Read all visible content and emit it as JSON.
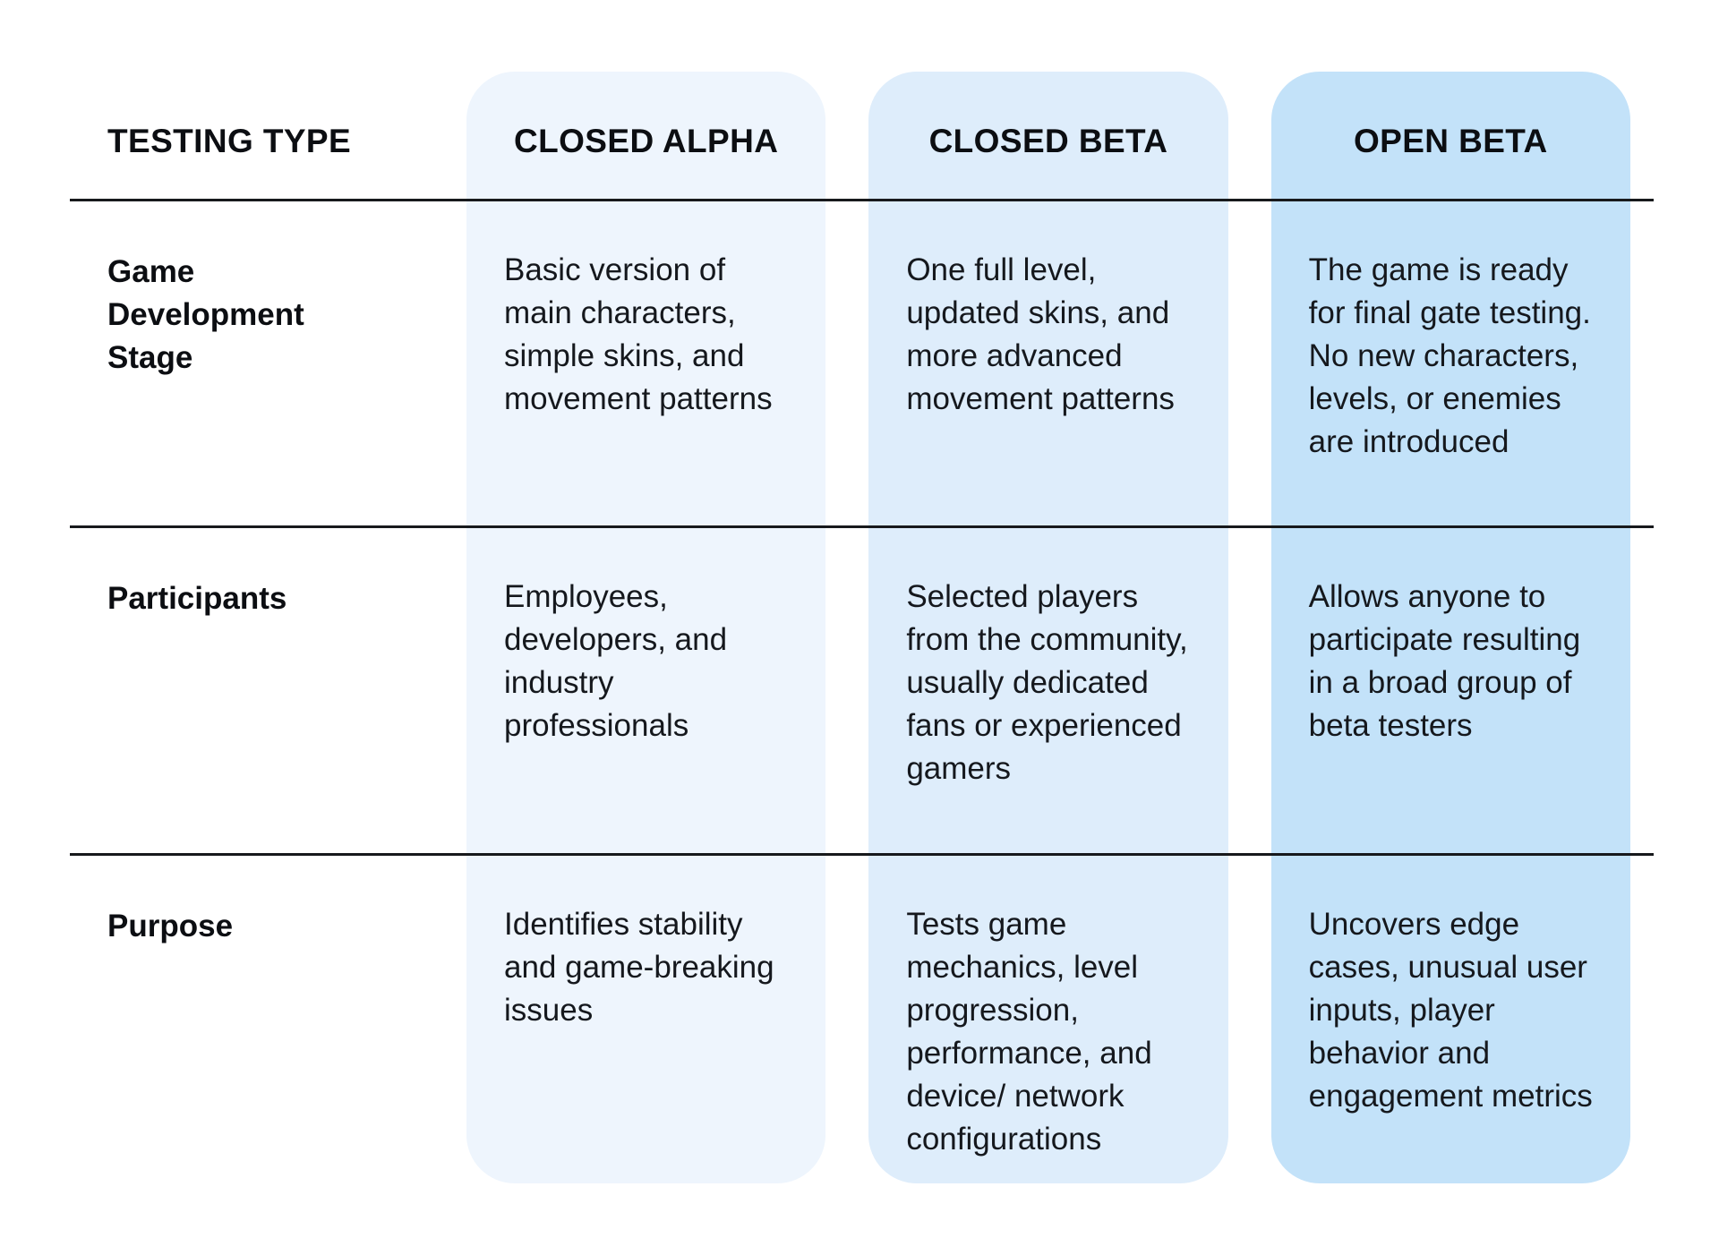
{
  "table": {
    "corner_header": "TESTING TYPE",
    "columns": [
      {
        "label": "CLOSED ALPHA",
        "bg": "#EEF5FD"
      },
      {
        "label": "CLOSED BETA",
        "bg": "#DEEDFB"
      },
      {
        "label": "OPEN BETA",
        "bg": "#C3E2F9"
      }
    ],
    "rows": [
      {
        "label": "Game Development Stage",
        "cells": [
          "Basic version of main characters, simple skins, and movement patterns",
          "One full level, updated skins, and more advanced movement patterns",
          "The game is ready for final gate testing. No new characters, levels, or enemies are introduced"
        ]
      },
      {
        "label": "Participants",
        "cells": [
          "Employees, developers, and industry professionals",
          "Selected players from the community, usually dedicated fans or experienced gamers",
          "Allows anyone to participate resulting in a broad group of beta testers"
        ]
      },
      {
        "label": "Purpose",
        "cells": [
          "Identifies stability and game-breaking issues",
          "Tests game mechanics, level progression, performance, and device/ network configurations",
          "Uncovers edge cases, unusual user inputs, player behavior and engagement metrics"
        ]
      }
    ],
    "colors": {
      "divider": "#17191c",
      "heading_text": "#0c0e12",
      "body_text": "#15181d",
      "background": "#ffffff"
    }
  }
}
